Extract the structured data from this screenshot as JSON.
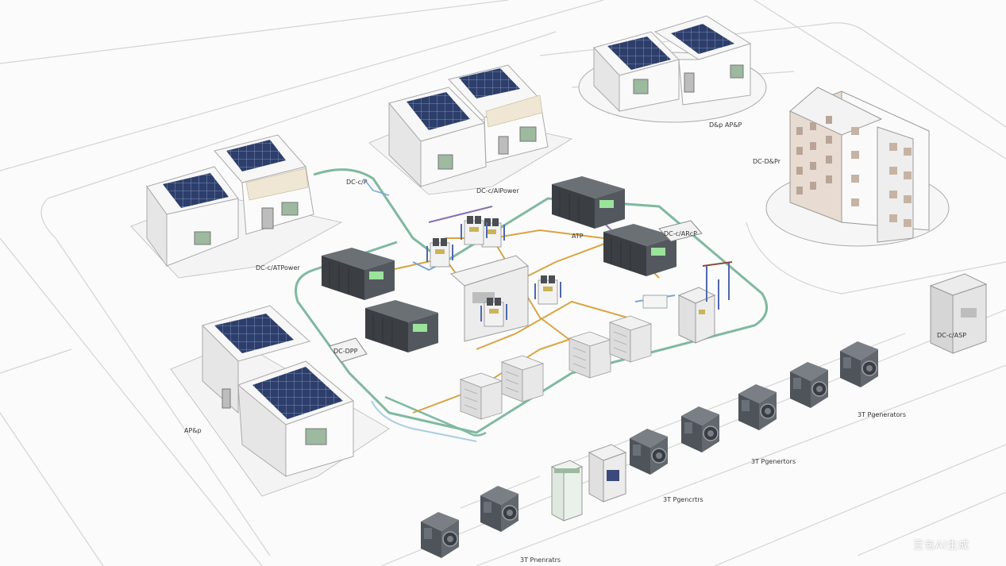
{
  "labels": {
    "house_nw": "DC-c/ATPower",
    "house_n": "DC-c/AlPower",
    "house_ne": "D&p AP&P",
    "apartment": "DC-D&Pr",
    "house_sw": "AP&p",
    "transformer_tag": "DC-c/ARcP",
    "junction_tag": "DC-DPP",
    "inverter_tag": "ATP",
    "meter_tag": "DC-c/P",
    "cabinet_tag": "DC-c/ASP",
    "gen_row_1": "3T Pgencrtrs",
    "gen_row_2": "3T Pgenertors",
    "gen_row_3": "3T Pgenerators",
    "gen_row_4": "3T Pnenratrs"
  },
  "watermark": "豆包AI生成",
  "colors": {
    "dc_loop": "#7fb9a0",
    "ac_line": "#d9a441",
    "feeder": "#8a6fb0",
    "panel": "#2d3e6b"
  }
}
